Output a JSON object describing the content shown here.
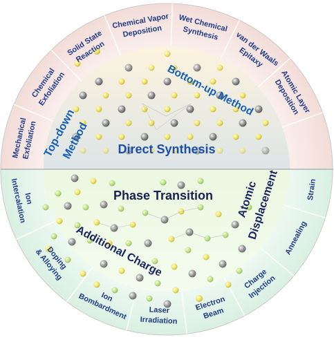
{
  "colors": {
    "outer_ring_top": "#f8e8e6",
    "outer_ring_bottom": "#e8f6ee",
    "core_top": "#c7dcef",
    "core_bottom": "#d9efc8",
    "dark_text": "#1f2b6b",
    "blue_text": "#1660b8",
    "atom_yellow": "#f1ea6a",
    "atom_gray": "#8a8a8a",
    "divider": "#9aa0a8"
  },
  "outer_top_segments": [
    {
      "id": "mech-exfoliation",
      "lines": [
        "Mechanical",
        "Exfoliation"
      ]
    },
    {
      "id": "chem-exfoliation",
      "lines": [
        "Chemical",
        "Exfoliation"
      ]
    },
    {
      "id": "solid-state",
      "lines": [
        "Solid State",
        "Reaction"
      ]
    },
    {
      "id": "cvd",
      "lines": [
        "Chemical Vapor",
        "Deposition"
      ]
    },
    {
      "id": "wet-chem",
      "lines": [
        "Wet Chemical",
        "Synthesis"
      ]
    },
    {
      "id": "vdw-epitaxy",
      "lines": [
        "van der Waals",
        "Epitaxy"
      ]
    },
    {
      "id": "ald",
      "lines": [
        "Atomic Layer",
        "Deposition"
      ]
    }
  ],
  "outer_bottom_segments": [
    {
      "id": "ion-intercalation",
      "lines": [
        "Ion",
        "Intercalation"
      ]
    },
    {
      "id": "doping-alloying",
      "lines": [
        "Doping",
        "& Alloying"
      ]
    },
    {
      "id": "ion-bombardment",
      "lines": [
        "Ion",
        "Bombardment"
      ]
    },
    {
      "id": "laser-irradiation",
      "lines": [
        "Laser",
        "Irradiation"
      ]
    },
    {
      "id": "electron-beam",
      "lines": [
        "Electron",
        "Beam"
      ]
    },
    {
      "id": "charge-injection",
      "lines": [
        "Charge",
        "Injection"
      ]
    },
    {
      "id": "annealing",
      "lines": [
        "Annealing"
      ]
    },
    {
      "id": "strain",
      "lines": [
        "Strain"
      ]
    }
  ],
  "inner": {
    "top_down": [
      "Top-down",
      "Method"
    ],
    "bottom_up": "Bottom-up Method",
    "direct_synthesis": "Direct Synthesis",
    "phase_transition": "Phase Transition",
    "atomic_displacement": [
      "Atomic",
      "Displacement"
    ],
    "additional_charge": "Additional Charge"
  }
}
